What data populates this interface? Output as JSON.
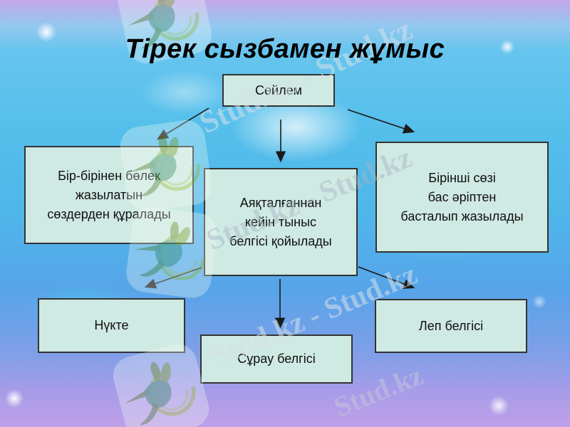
{
  "slide": {
    "title": "Тірек сызбамен жұмыс",
    "nodes": {
      "root": "Сөйлем",
      "left": "Бір-бірінен бөлек\nжазылатын\nсөздерден құралады",
      "middle": "Аяқталғаннан\nкейін тыныс\nбелгісі қойылады",
      "right": "Бірінші сөзі\nбас әріптен\nбасталып жазылады",
      "bottom_left": "Нүкте",
      "bottom_middle": "Сұрау белгісі",
      "bottom_right": "Леп белгісі"
    },
    "edges": [
      {
        "from": "root",
        "to": "left"
      },
      {
        "from": "root",
        "to": "middle"
      },
      {
        "from": "root",
        "to": "right"
      },
      {
        "from": "middle",
        "to": "bottom_left"
      },
      {
        "from": "middle",
        "to": "bottom_middle"
      },
      {
        "from": "middle",
        "to": "bottom_right"
      }
    ],
    "colors": {
      "box_fill": "#cfe9e3",
      "box_border": "#333333",
      "title_text": "#000000",
      "background_top": "#c3a6ea",
      "background_middle": "#4fb6ea",
      "background_bottom": "#bfa0e8",
      "logo_leaf_green": "#a8c84e"
    }
  },
  "watermarks": {
    "lines": [
      "Stud.kz - Stud.kz",
      "Stud.kz - Stud.kz",
      "Stud.kz - Stud.kz",
      "Stud.kz"
    ],
    "logo_name": "stud-kz-hummingbird-logo"
  }
}
